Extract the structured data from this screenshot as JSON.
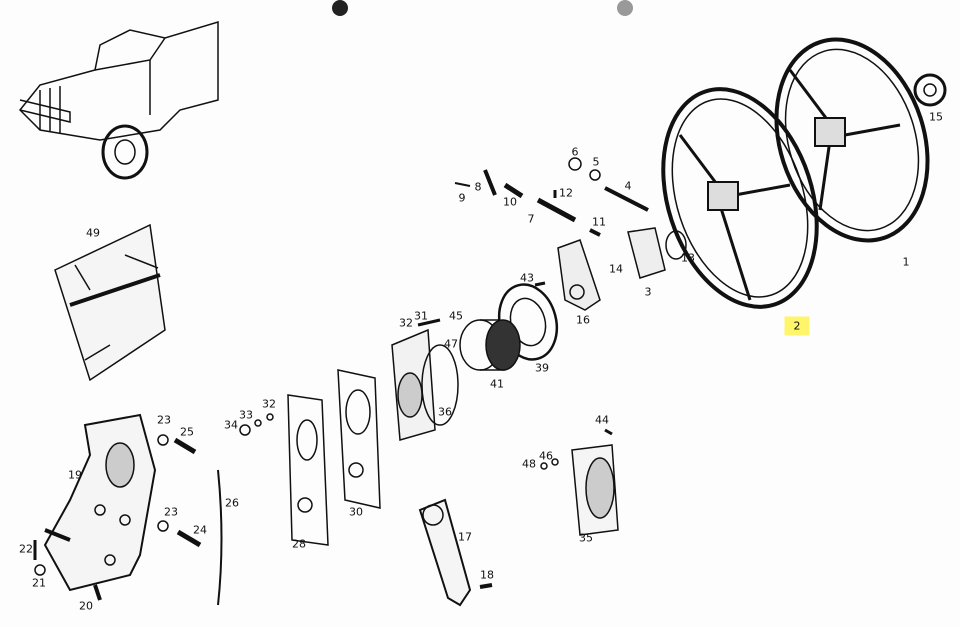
{
  "title": "Steering assembly exploded parts diagram",
  "highlight_color": "#fff56a",
  "labels": {
    "p1": "1",
    "p2": "2",
    "p3": "3",
    "p4": "4",
    "p5": "5",
    "p6": "6",
    "p7": "7",
    "p8": "8",
    "p9": "9",
    "p10": "10",
    "p11": "11",
    "p12": "12",
    "p13": "13",
    "p14": "14",
    "p15": "15",
    "p16": "16",
    "p17": "17",
    "p18": "18",
    "p19": "19",
    "p20": "20",
    "p21": "21",
    "p22": "22",
    "p23a": "23",
    "p23b": "23",
    "p24": "24",
    "p25": "25",
    "p26": "26",
    "p28": "28",
    "p30": "30",
    "p31": "31",
    "p32a": "32",
    "p32b": "32",
    "p33": "33",
    "p34": "34",
    "p35": "35",
    "p36": "36",
    "p39": "39",
    "p41": "41",
    "p43": "43",
    "p44": "44",
    "p45": "45",
    "p46": "46",
    "p47": "47",
    "p48": "48",
    "p49": "49"
  },
  "highlighted_part": "2"
}
